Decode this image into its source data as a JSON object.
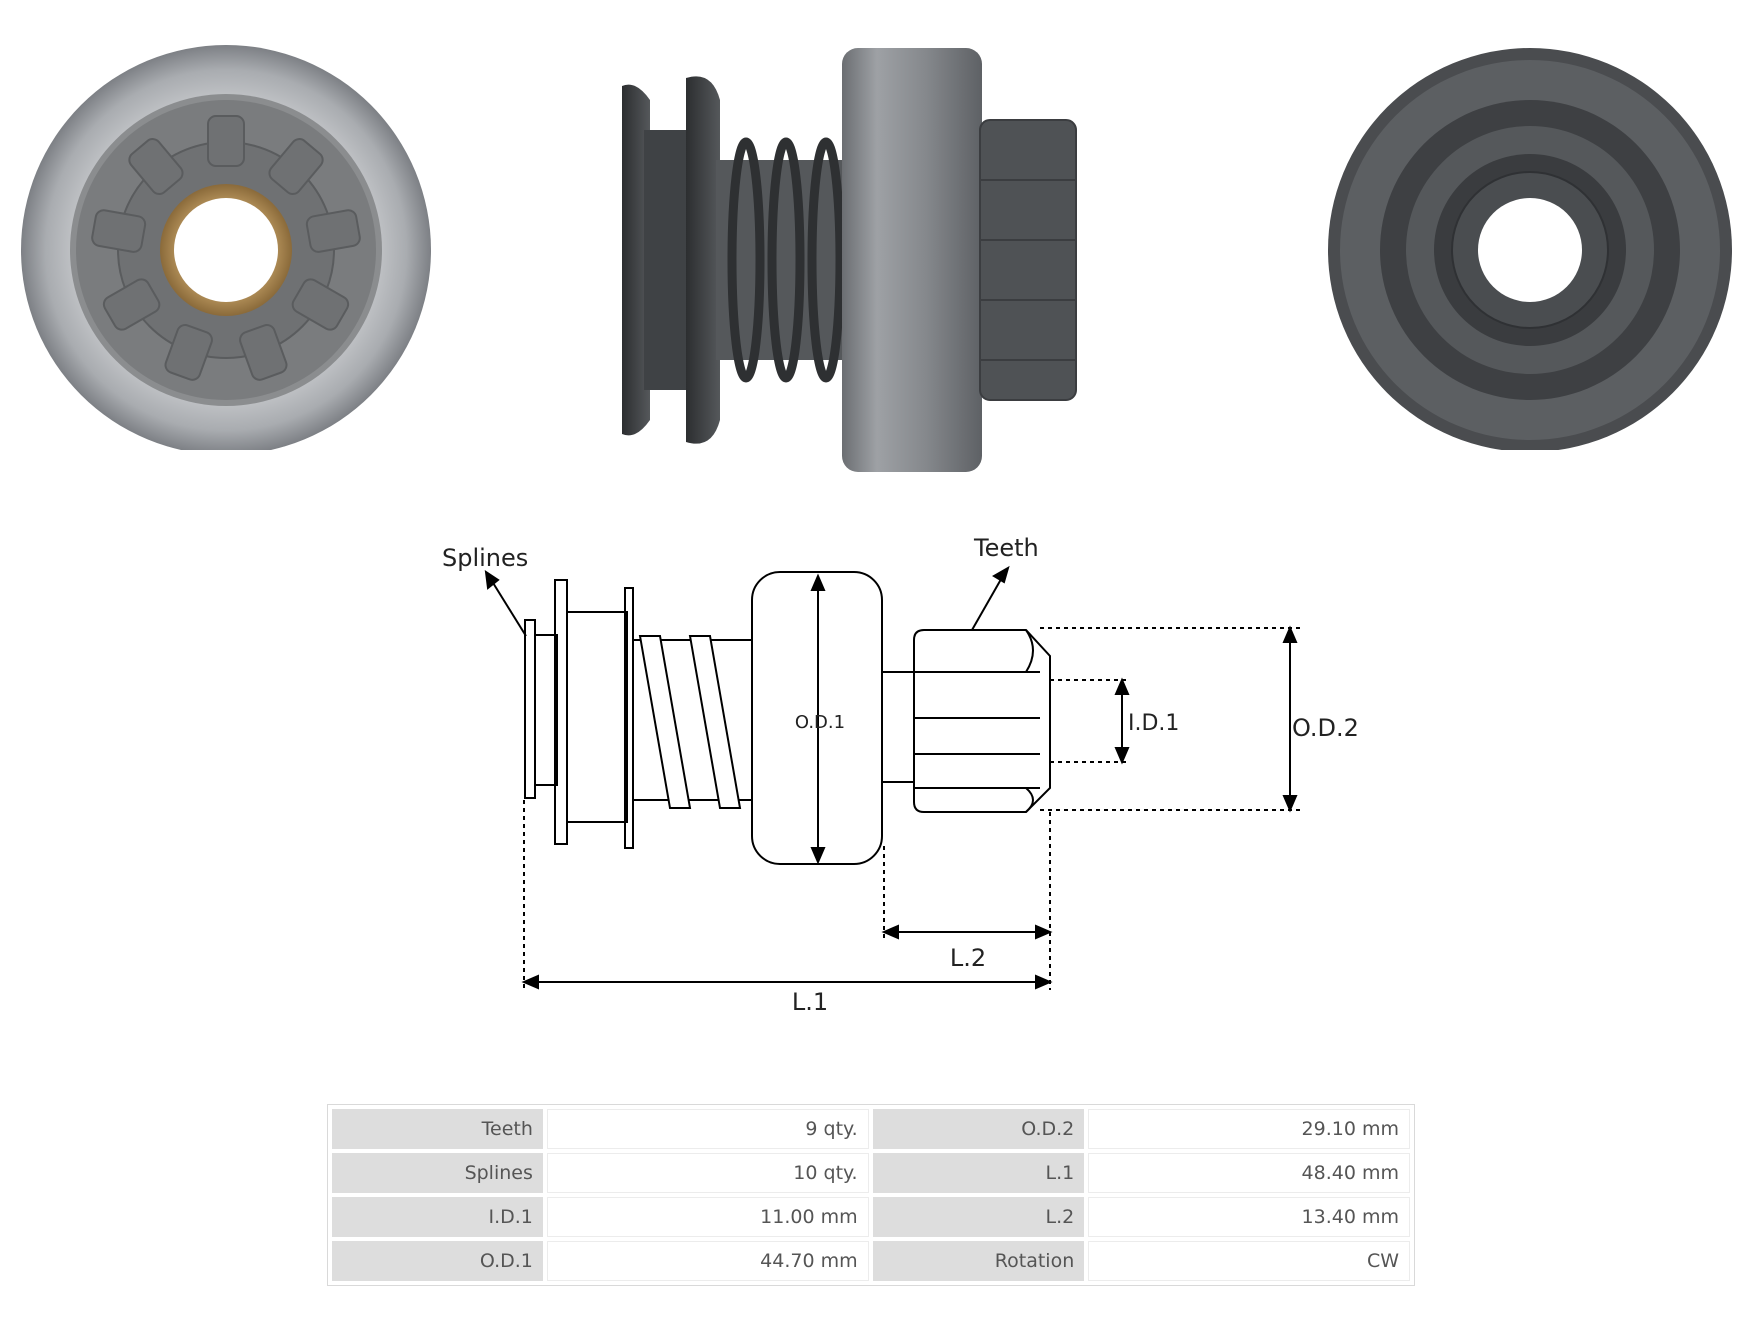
{
  "diagram": {
    "labels": {
      "splines": "Splines",
      "teeth": "Teeth",
      "od1": "O.D.1",
      "id1": "I.D.1",
      "od2": "O.D.2",
      "l2": "L.2",
      "l1": "L.1"
    }
  },
  "specs": {
    "rows": [
      {
        "label_a": "Teeth",
        "value_a": "9 qty.",
        "label_b": "O.D.2",
        "value_b": "29.10 mm"
      },
      {
        "label_a": "Splines",
        "value_a": "10 qty.",
        "label_b": "L.1",
        "value_b": "48.40 mm"
      },
      {
        "label_a": "I.D.1",
        "value_a": "11.00 mm",
        "label_b": "L.2",
        "value_b": "13.40 mm"
      },
      {
        "label_a": "O.D.1",
        "value_a": "44.70 mm",
        "label_b": "Rotation",
        "value_b": "CW"
      }
    ]
  }
}
